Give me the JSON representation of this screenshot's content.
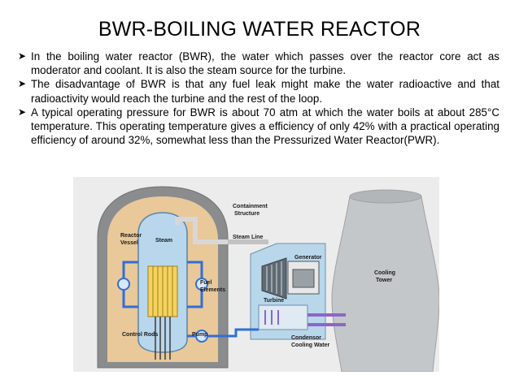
{
  "slide": {
    "title": "BWR-BOILING WATER REACTOR",
    "bullets": [
      "In the boiling water reactor (BWR), the water which passes over the reactor core act as moderator and coolant. It is also the steam source for the turbine.",
      "The disadvantage of BWR is that any fuel leak might make the water radioactive and that radioactivity would reach the turbine and the rest of the loop.",
      "A typical operating pressure for BWR is about 70 atm at which the water boils at about 285°C temperature. This operating temperature gives a efficiency of only 42% with a practical operating efficiency of around 32%, somewhat less than the Pressurized Water Reactor(PWR)."
    ],
    "bullet_icon": "arrow-bullet-icon"
  },
  "diagram": {
    "labels": {
      "containment_1": "Containment",
      "containment_2": "Structure",
      "reactor_1": "Reactor",
      "reactor_2": "Vessel",
      "steam": "Steam",
      "steam_line": "Steam Line",
      "generator": "Generator",
      "turbine": "Turbine",
      "cooling_1": "Cooling",
      "cooling_2": "Tower",
      "fuel_1": "Fuel",
      "fuel_2": "Elements",
      "condenser_1": "Condensor",
      "condenser_2": "Cooling Water",
      "control_rods": "Control Rods",
      "pump": "Pump"
    },
    "colors": {
      "containment": "#8a8c8e",
      "interior": "#e9c89a",
      "vessel": "#b8d6ec",
      "pipe": "#2f6fd6",
      "steam_pipe": "#d7d7d7",
      "tower": "#c4c7ca",
      "background": "#ececec"
    }
  }
}
